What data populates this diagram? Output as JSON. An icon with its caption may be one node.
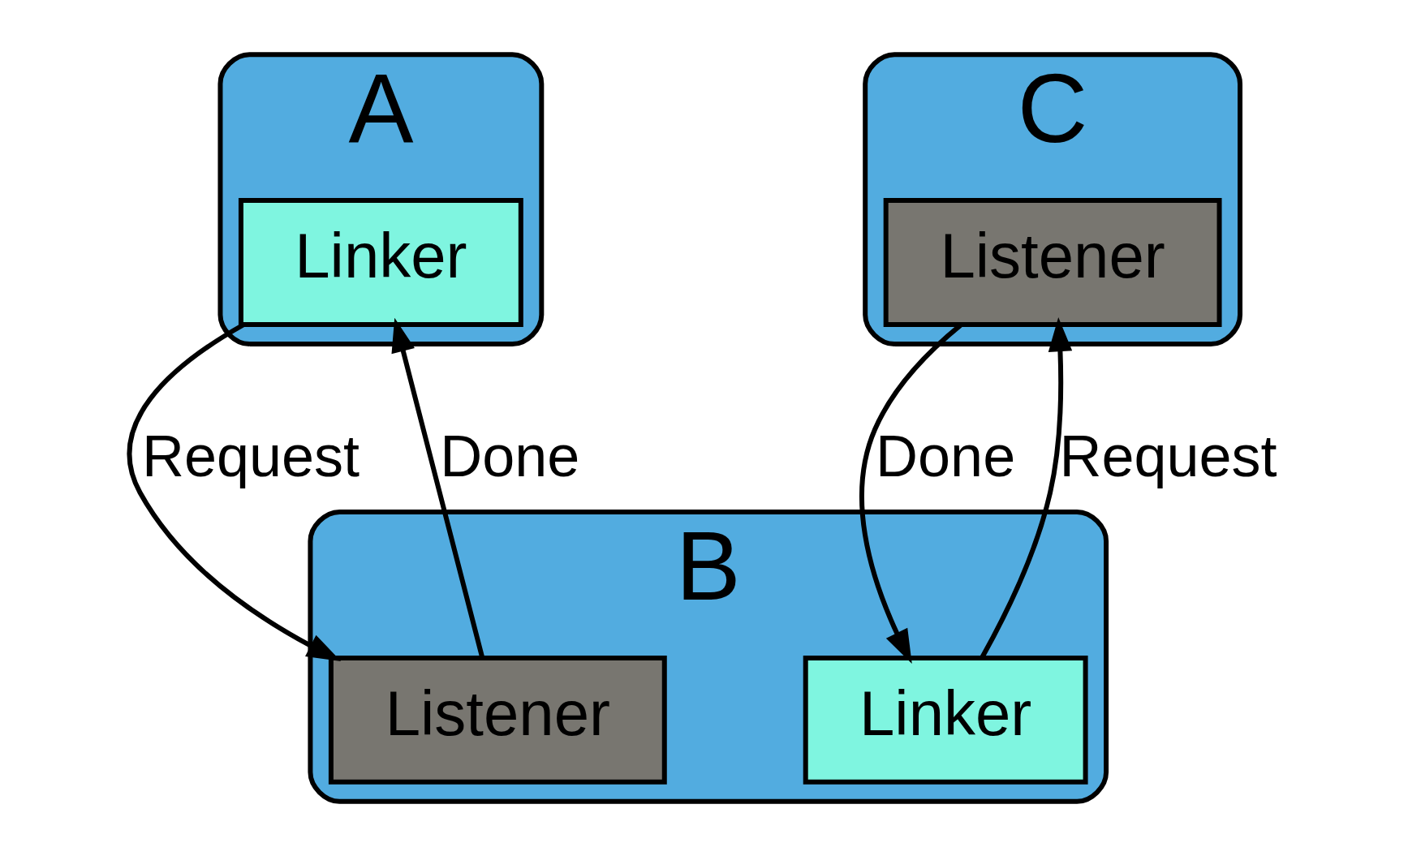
{
  "diagram": {
    "nodes": [
      {
        "text": [
          "A"
        ]
      },
      {
        "text": [
          "Linker"
        ],
        "in": 0
      },
      {
        "text": [
          "C"
        ]
      },
      {
        "text": [
          "Listener"
        ],
        "in": 2
      },
      {
        "text": [
          "B"
        ]
      },
      {
        "text": [
          "Listener"
        ],
        "in": 4
      },
      {
        "text": [
          "Linker"
        ],
        "in": 4
      }
    ],
    "edges": [
      {
        "from": 1,
        "to": 5,
        "arrow": "to",
        "label": "Request"
      },
      {
        "from": 5,
        "to": 1,
        "arrow": "to",
        "label": "Done"
      },
      {
        "from": 6,
        "to": 3,
        "arrow": "to",
        "label": "Request"
      },
      {
        "from": 3,
        "to": 6,
        "arrow": "to",
        "label": "Done"
      }
    ]
  }
}
